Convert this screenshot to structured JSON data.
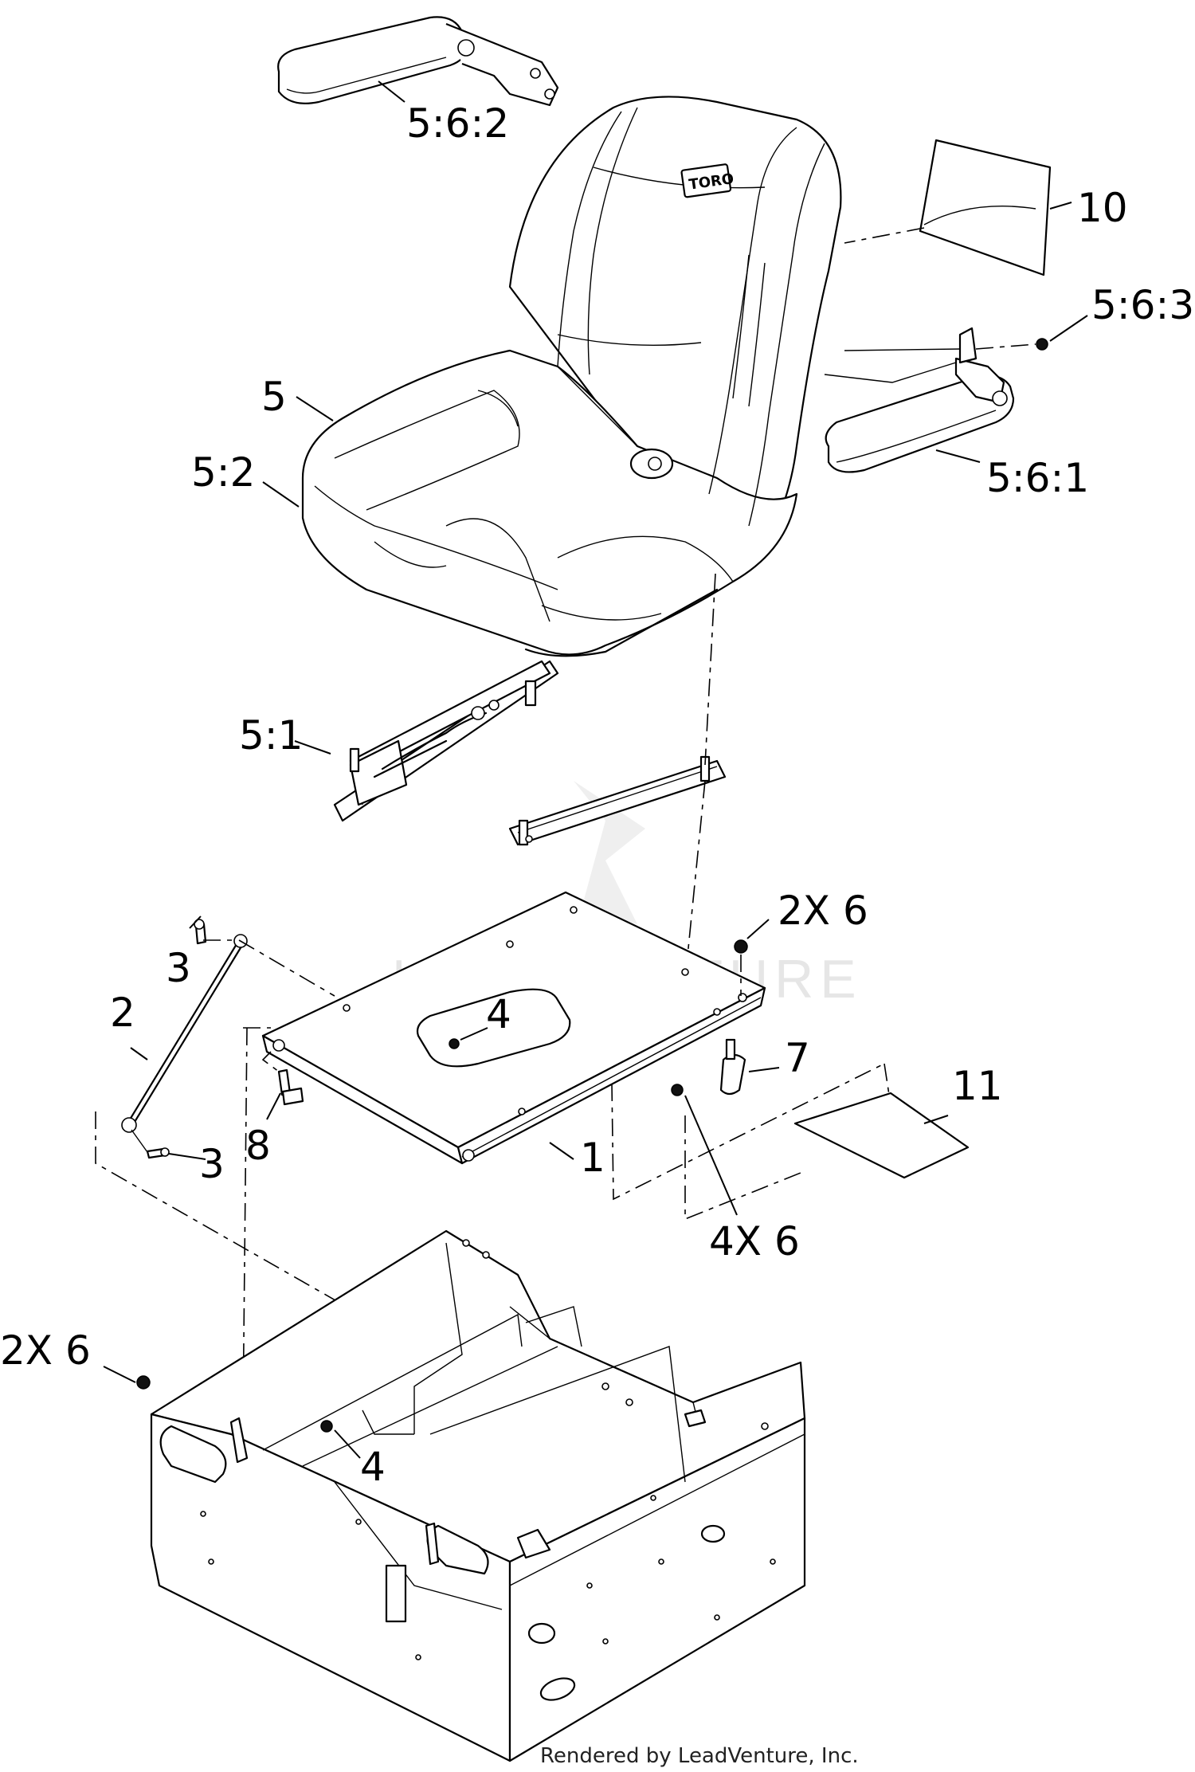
{
  "diagram": {
    "callouts": {
      "c_5_6_2": "5:6:2",
      "c_10": "10",
      "c_5_6_3": "5:6:3",
      "c_5": "5",
      "c_5_2": "5:2",
      "c_5_6_1": "5:6:1",
      "c_5_1": "5:1",
      "c_2x6_top": "2X 6",
      "c_3_top": "3",
      "c_2": "2",
      "c_4_plate": "4",
      "c_7": "7",
      "c_11": "11",
      "c_8": "8",
      "c_3_bottom": "3",
      "c_1": "1",
      "c_4x6": "4X 6",
      "c_2x6_left": "2X 6",
      "c_4_frame": "4"
    },
    "seat_logo": "TORO",
    "watermark": "LEADVENTURE",
    "footer": "Rendered by LeadVenture, Inc."
  }
}
